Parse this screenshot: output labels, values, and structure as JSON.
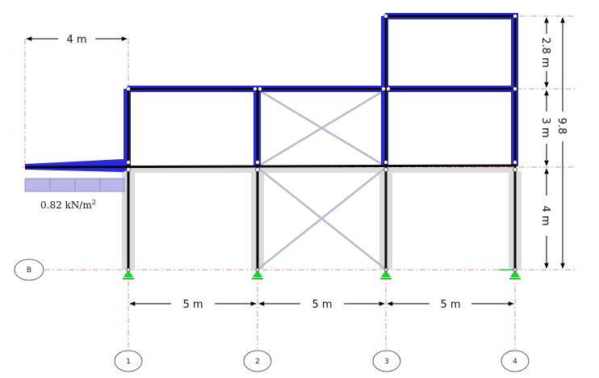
{
  "grid_axes": {
    "columns": [
      "1",
      "2",
      "3",
      "4"
    ],
    "row": "B"
  },
  "dimensions": {
    "bay_1": "5 m",
    "bay_2": "5 m",
    "bay_3": "5 m",
    "cantilever": "4 m",
    "story_1": "4 m",
    "story_2": "3 m",
    "story_3": "2.8 m",
    "total_height": "9.8"
  },
  "load": {
    "label": "0.82 kN/m",
    "unit_exponent": "2"
  },
  "colors": {
    "member": "#0a0a0a",
    "moment_fill": "#2b2bd6",
    "brace": "#b9b9d2",
    "gridline": "#e58fa8",
    "support": "#22cc33",
    "load_panel": "#b8b8e8"
  },
  "icons": {
    "support": "pinned-support-icon",
    "grid_bubble": "grid-bubble-icon"
  }
}
